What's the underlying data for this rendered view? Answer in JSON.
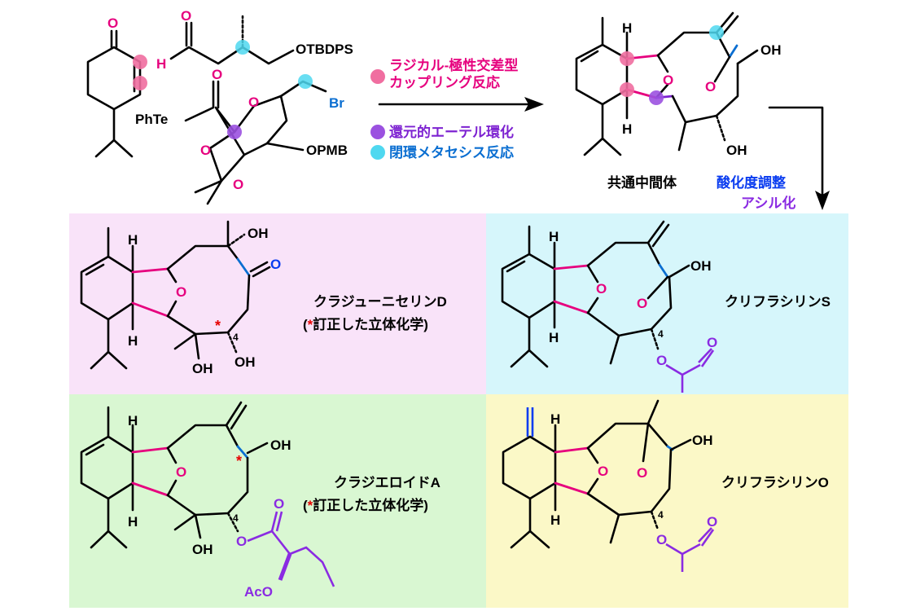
{
  "colors": {
    "radical_coupling": "#f06ea0",
    "reductive_etherification": "#9b51e0",
    "ring_closing_metathesis": "#4fd8f0",
    "ketone": "#0a3cf0",
    "acyl": "#8a2be2",
    "panel_crassi_d": "#f9e3f9",
    "panel_klyf_s": "#d6f6fb",
    "panel_crassi_a": "#d9f7d2",
    "panel_klyf_o": "#fbf8c7"
  },
  "legend": {
    "radical_polar_line1": "ラジカル-極性交差型",
    "radical_polar_line2": "カップリング反応",
    "reductive_etherification": "還元的エーテル環化",
    "ring_closing_metathesis": "閉環メタセシス反応"
  },
  "reagents": {
    "ketone_O": "O",
    "aldehyde_O": "O",
    "aldehyde_H": "H",
    "otbdps": "OTBDPS",
    "phte": "PhTe",
    "acyl_O": "O",
    "ring_O": "O",
    "br": "Br",
    "opmb": "OPMB",
    "acetonide_O1": "O",
    "acetonide_O2": "O"
  },
  "intermediate": {
    "label": "共通中間体",
    "H_top": "H",
    "H_bottom": "H",
    "O_bridge": "O",
    "O_ring": "O",
    "OH_top": "OH",
    "OH_bottom": "OH"
  },
  "steps": {
    "oxidation_adjust": "酸化度調整",
    "acylation": "アシル化"
  },
  "products": {
    "crassi_d": {
      "name": "クラジューニセリンD",
      "note_star": "*",
      "note_text": "訂正した立体化学)",
      "note_open": "(",
      "H_top": "H",
      "H_bottom": "H",
      "O_ring": "O",
      "OH_top": "OH",
      "ketone_O": "O",
      "OH_c4": "OH",
      "OH_bottom": "OH",
      "locant": "4",
      "star": "*"
    },
    "klyf_s": {
      "name": "クリフラシリンS",
      "H_top": "H",
      "H_bottom": "H",
      "O_ring": "O",
      "O_bridge": "O",
      "OH": "OH",
      "locant": "4",
      "O_ester": "O",
      "O_carbonyl": "O"
    },
    "crassi_a": {
      "name": "クラジエロイドA",
      "note_star": "*",
      "note_text": "訂正した立体化学)",
      "note_open": "(",
      "H_top": "H",
      "H_bottom": "H",
      "O_ring": "O",
      "OH": "OH",
      "OH_bottom": "OH",
      "locant": "4",
      "star": "*",
      "O_ester": "O",
      "O_carbonyl": "O",
      "aco": "AcO"
    },
    "klyf_o": {
      "name": "クリフラシリンO",
      "H_top": "H",
      "H_bottom": "H",
      "O_ring": "O",
      "O_bridge": "O",
      "OH": "OH",
      "locant": "4",
      "O_ester": "O",
      "O_carbonyl": "O"
    }
  }
}
